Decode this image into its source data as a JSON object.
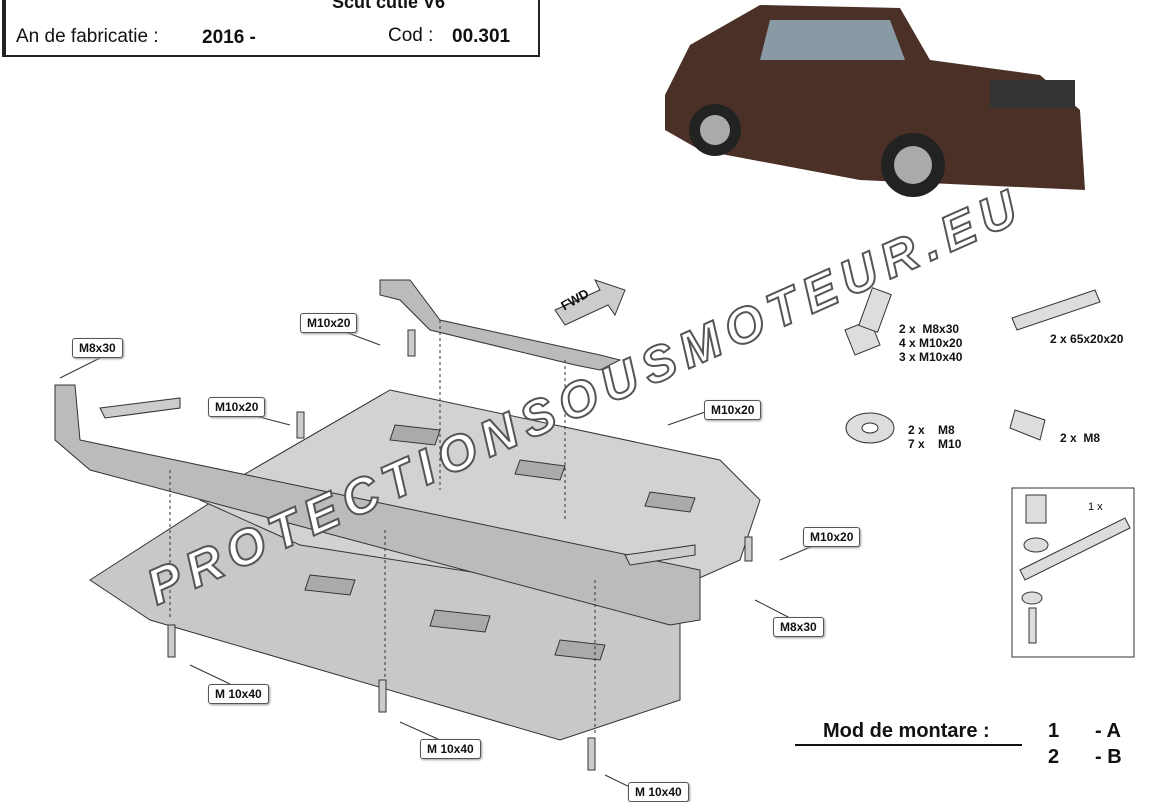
{
  "header": {
    "title": "Scut cutie V6",
    "year_label": "An de fabricatie :",
    "year_value": "2016 -",
    "code_label": "Cod :",
    "code_value": "00.301"
  },
  "watermark": "PROTECTIONSOUSMOTEUR.EU",
  "fwd_label": "FWD",
  "callouts": [
    "M8x30",
    "M10x20",
    "M10x20",
    "M10x20",
    "M10x20",
    "M8x30",
    "M 10x40",
    "M 10x40",
    "M 10x40"
  ],
  "kit": {
    "bolts": [
      "2 x  M8x30",
      "4 x M10x20",
      "3 x M10x40"
    ],
    "spacer": "2 x 65x20x20",
    "washers": [
      "2 x    M8",
      "7 x    M10"
    ],
    "nut": "2 x  M8",
    "inset_qty": "1 x"
  },
  "mounting": {
    "label": "Mod de montare :",
    "rows": [
      {
        "num": "1",
        "val": "- A"
      },
      {
        "num": "2",
        "val": "- B"
      }
    ]
  },
  "colors": {
    "truck": "#4a3026",
    "plate": "#c8c8c8",
    "outline": "#333333"
  }
}
